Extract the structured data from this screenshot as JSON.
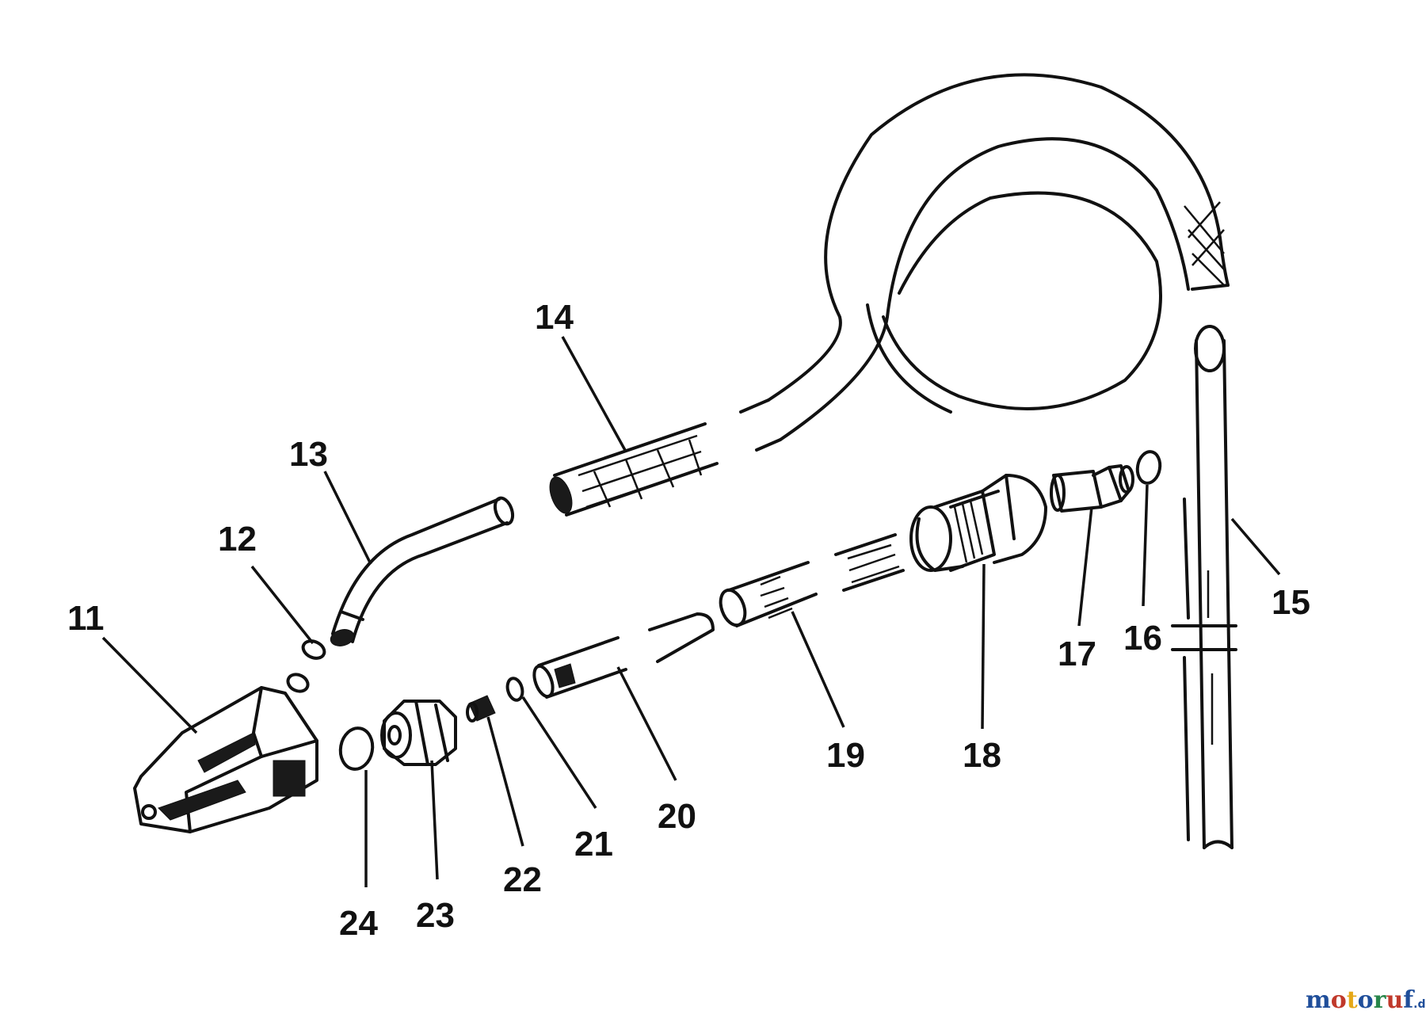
{
  "diagram": {
    "callouts": [
      {
        "id": "11",
        "label": "11"
      },
      {
        "id": "12",
        "label": "12"
      },
      {
        "id": "13",
        "label": "13"
      },
      {
        "id": "14",
        "label": "14"
      },
      {
        "id": "15",
        "label": "15"
      },
      {
        "id": "16",
        "label": "16"
      },
      {
        "id": "17",
        "label": "17"
      },
      {
        "id": "18",
        "label": "18"
      },
      {
        "id": "19",
        "label": "19"
      },
      {
        "id": "20",
        "label": "20"
      },
      {
        "id": "21",
        "label": "21"
      },
      {
        "id": "22",
        "label": "22"
      },
      {
        "id": "23",
        "label": "23"
      },
      {
        "id": "24",
        "label": "24"
      }
    ]
  },
  "watermark": {
    "text_main": "motoruf",
    "text_suffix": ".de",
    "colors": {
      "m": "#1f4e9a",
      "o": "#c0392b",
      "t": "#e6a817",
      "o2": "#1f4e9a",
      "r": "#27864a",
      "u": "#c0392b",
      "f": "#1f4e9a"
    }
  }
}
